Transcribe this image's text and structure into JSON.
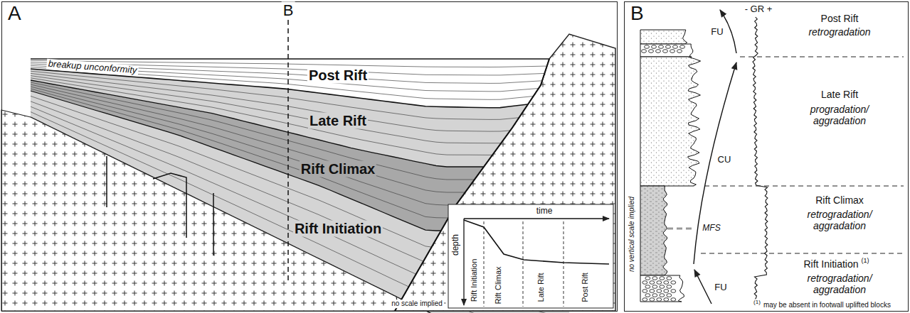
{
  "diagram": {
    "nodes": [
      {
        "text": [
          "A"
        ]
      },
      {
        "text": [
          "B"
        ]
      }
    ],
    "labels": [
      "B",
      "breakup unconformity",
      "Post Rift",
      "Late Rift",
      "Rift Climax",
      "Rift Initiation",
      "no scale implied",
      "time",
      "depth",
      "Rift Initiation",
      "Rift Climax",
      "Late Rift",
      "Post Rift",
      "no vertical scale implied",
      "- GR +",
      "FU",
      "Post Rift",
      "retrogradation",
      "Late Rift",
      "progradation/ aggradation",
      "CU",
      "Rift Climax",
      "retrogradation/ aggradation",
      "MFS",
      "FU",
      "Rift Initiation",
      "(1)",
      "retrogradation/ aggradation",
      "(1)",
      "may be absent in footwall uplifted blocks"
    ]
  }
}
